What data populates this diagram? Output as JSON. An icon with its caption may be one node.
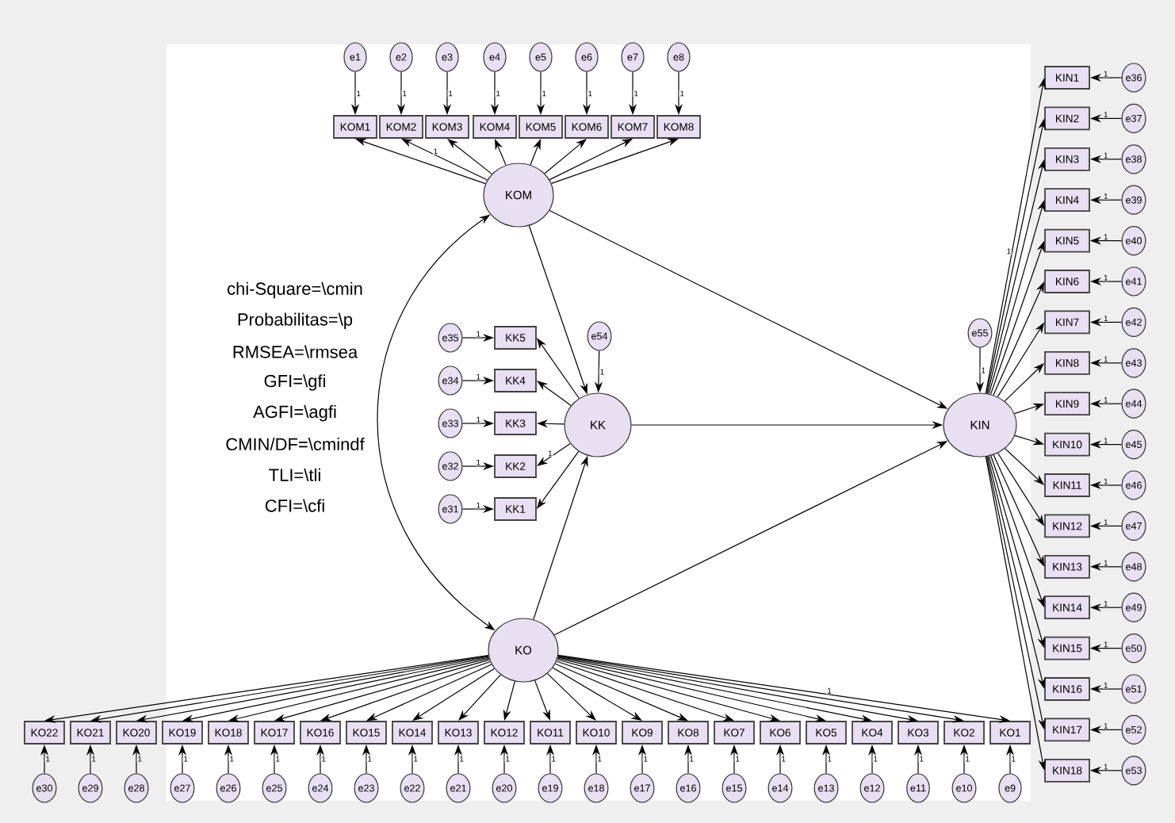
{
  "diagram": {
    "nodes": [
      {
        "text": [
          "KOM"
        ]
      },
      {
        "text": [
          "KK"
        ]
      },
      {
        "text": [
          "KO"
        ]
      },
      {
        "text": [
          "KIN"
        ]
      },
      {
        "text": [
          "KOM1"
        ]
      },
      {
        "text": [
          "KOM2"
        ]
      },
      {
        "text": [
          "KOM3"
        ]
      },
      {
        "text": [
          "KOM4"
        ]
      },
      {
        "text": [
          "KOM5"
        ]
      },
      {
        "text": [
          "KOM6"
        ]
      },
      {
        "text": [
          "KOM7"
        ]
      },
      {
        "text": [
          "KOM8"
        ]
      },
      {
        "text": [
          "e1"
        ]
      },
      {
        "text": [
          "e2"
        ]
      },
      {
        "text": [
          "e3"
        ]
      },
      {
        "text": [
          "e4"
        ]
      },
      {
        "text": [
          "e5"
        ]
      },
      {
        "text": [
          "e6"
        ]
      },
      {
        "text": [
          "e7"
        ]
      },
      {
        "text": [
          "e8"
        ]
      },
      {
        "text": [
          "KK1"
        ]
      },
      {
        "text": [
          "KK2"
        ]
      },
      {
        "text": [
          "KK3"
        ]
      },
      {
        "text": [
          "KK4"
        ]
      },
      {
        "text": [
          "KK5"
        ]
      },
      {
        "text": [
          "e31"
        ]
      },
      {
        "text": [
          "e32"
        ]
      },
      {
        "text": [
          "e33"
        ]
      },
      {
        "text": [
          "e34"
        ]
      },
      {
        "text": [
          "e35"
        ]
      },
      {
        "text": [
          "e54"
        ]
      },
      {
        "text": [
          "e55"
        ]
      },
      {
        "text": [
          "KO1"
        ]
      },
      {
        "text": [
          "KO2"
        ]
      },
      {
        "text": [
          "KO3"
        ]
      },
      {
        "text": [
          "KO4"
        ]
      },
      {
        "text": [
          "KO5"
        ]
      },
      {
        "text": [
          "KO6"
        ]
      },
      {
        "text": [
          "KO7"
        ]
      },
      {
        "text": [
          "KO8"
        ]
      },
      {
        "text": [
          "KO9"
        ]
      },
      {
        "text": [
          "KO10"
        ]
      },
      {
        "text": [
          "KO11"
        ]
      },
      {
        "text": [
          "KO12"
        ]
      },
      {
        "text": [
          "KO13"
        ]
      },
      {
        "text": [
          "KO14"
        ]
      },
      {
        "text": [
          "KO15"
        ]
      },
      {
        "text": [
          "KO16"
        ]
      },
      {
        "text": [
          "KO17"
        ]
      },
      {
        "text": [
          "KO18"
        ]
      },
      {
        "text": [
          "KO19"
        ]
      },
      {
        "text": [
          "KO20"
        ]
      },
      {
        "text": [
          "KO21"
        ]
      },
      {
        "text": [
          "KO22"
        ]
      },
      {
        "text": [
          "e9"
        ]
      },
      {
        "text": [
          "e10"
        ]
      },
      {
        "text": [
          "e11"
        ]
      },
      {
        "text": [
          "e12"
        ]
      },
      {
        "text": [
          "e13"
        ]
      },
      {
        "text": [
          "e14"
        ]
      },
      {
        "text": [
          "e15"
        ]
      },
      {
        "text": [
          "e16"
        ]
      },
      {
        "text": [
          "e17"
        ]
      },
      {
        "text": [
          "e18"
        ]
      },
      {
        "text": [
          "e19"
        ]
      },
      {
        "text": [
          "e20"
        ]
      },
      {
        "text": [
          "e21"
        ]
      },
      {
        "text": [
          "e22"
        ]
      },
      {
        "text": [
          "e23"
        ]
      },
      {
        "text": [
          "e24"
        ]
      },
      {
        "text": [
          "e25"
        ]
      },
      {
        "text": [
          "e26"
        ]
      },
      {
        "text": [
          "e27"
        ]
      },
      {
        "text": [
          "e28"
        ]
      },
      {
        "text": [
          "e29"
        ]
      },
      {
        "text": [
          "e30"
        ]
      },
      {
        "text": [
          "KIN1"
        ]
      },
      {
        "text": [
          "KIN2"
        ]
      },
      {
        "text": [
          "KIN3"
        ]
      },
      {
        "text": [
          "KIN4"
        ]
      },
      {
        "text": [
          "KIN5"
        ]
      },
      {
        "text": [
          "KIN6"
        ]
      },
      {
        "text": [
          "KIN7"
        ]
      },
      {
        "text": [
          "KIN8"
        ]
      },
      {
        "text": [
          "KIN9"
        ]
      },
      {
        "text": [
          "KIN10"
        ]
      },
      {
        "text": [
          "KIN11"
        ]
      },
      {
        "text": [
          "KIN12"
        ]
      },
      {
        "text": [
          "KIN13"
        ]
      },
      {
        "text": [
          "KIN14"
        ]
      },
      {
        "text": [
          "KIN15"
        ]
      },
      {
        "text": [
          "KIN16"
        ]
      },
      {
        "text": [
          "KIN17"
        ]
      },
      {
        "text": [
          "KIN18"
        ]
      },
      {
        "text": [
          "e36"
        ]
      },
      {
        "text": [
          "e37"
        ]
      },
      {
        "text": [
          "e38"
        ]
      },
      {
        "text": [
          "e39"
        ]
      },
      {
        "text": [
          "e40"
        ]
      },
      {
        "text": [
          "e41"
        ]
      },
      {
        "text": [
          "e42"
        ]
      },
      {
        "text": [
          "e43"
        ]
      },
      {
        "text": [
          "e44"
        ]
      },
      {
        "text": [
          "e45"
        ]
      },
      {
        "text": [
          "e46"
        ]
      },
      {
        "text": [
          "e47"
        ]
      },
      {
        "text": [
          "e48"
        ]
      },
      {
        "text": [
          "e49"
        ]
      },
      {
        "text": [
          "e50"
        ]
      },
      {
        "text": [
          "e51"
        ]
      },
      {
        "text": [
          "e52"
        ]
      },
      {
        "text": [
          "e53"
        ]
      }
    ],
    "edges": [
      {
        "from": 0,
        "to": 1,
        "arrow": "to"
      },
      {
        "from": 0,
        "to": 3,
        "arrow": "to"
      },
      {
        "from": 1,
        "to": 3,
        "arrow": "to"
      },
      {
        "from": 2,
        "to": 1,
        "arrow": "to"
      },
      {
        "from": 2,
        "to": 3,
        "arrow": "to"
      },
      {
        "from": 2,
        "to": 0,
        "arrow": "both"
      },
      {
        "from": 30,
        "to": 1,
        "arrow": "to",
        "label": "1"
      },
      {
        "from": 31,
        "to": 3,
        "arrow": "to",
        "label": "1"
      },
      {
        "from": 0,
        "to": 4,
        "arrow": "to"
      },
      {
        "from": 0,
        "to": 5,
        "arrow": "to",
        "label": "1"
      },
      {
        "from": 0,
        "to": 6,
        "arrow": "to"
      },
      {
        "from": 0,
        "to": 7,
        "arrow": "to"
      },
      {
        "from": 0,
        "to": 8,
        "arrow": "to"
      },
      {
        "from": 0,
        "to": 9,
        "arrow": "to"
      },
      {
        "from": 0,
        "to": 10,
        "arrow": "to"
      },
      {
        "from": 0,
        "to": 11,
        "arrow": "to"
      },
      {
        "from": 12,
        "to": 4,
        "arrow": "to",
        "label": "1"
      },
      {
        "from": 13,
        "to": 5,
        "arrow": "to",
        "label": "1"
      },
      {
        "from": 14,
        "to": 6,
        "arrow": "to",
        "label": "1"
      },
      {
        "from": 15,
        "to": 7,
        "arrow": "to",
        "label": "1"
      },
      {
        "from": 16,
        "to": 8,
        "arrow": "to",
        "label": "1"
      },
      {
        "from": 17,
        "to": 9,
        "arrow": "to",
        "label": "1"
      },
      {
        "from": 18,
        "to": 10,
        "arrow": "to",
        "label": "1"
      },
      {
        "from": 19,
        "to": 11,
        "arrow": "to",
        "label": "1"
      },
      {
        "from": 1,
        "to": 20,
        "arrow": "to"
      },
      {
        "from": 1,
        "to": 21,
        "arrow": "to",
        "label": "1"
      },
      {
        "from": 1,
        "to": 22,
        "arrow": "to"
      },
      {
        "from": 1,
        "to": 23,
        "arrow": "to"
      },
      {
        "from": 1,
        "to": 24,
        "arrow": "to"
      },
      {
        "from": 25,
        "to": 20,
        "arrow": "to",
        "label": "1"
      },
      {
        "from": 26,
        "to": 21,
        "arrow": "to",
        "label": "1"
      },
      {
        "from": 27,
        "to": 22,
        "arrow": "to",
        "label": "1"
      },
      {
        "from": 28,
        "to": 23,
        "arrow": "to",
        "label": "1"
      },
      {
        "from": 29,
        "to": 24,
        "arrow": "to",
        "label": "1"
      },
      {
        "from": 2,
        "to": 32,
        "arrow": "to",
        "label": "1"
      },
      {
        "from": 2,
        "to": 33,
        "arrow": "to"
      },
      {
        "from": 2,
        "to": 34,
        "arrow": "to"
      },
      {
        "from": 2,
        "to": 35,
        "arrow": "to"
      },
      {
        "from": 2,
        "to": 36,
        "arrow": "to"
      },
      {
        "from": 2,
        "to": 37,
        "arrow": "to"
      },
      {
        "from": 2,
        "to": 38,
        "arrow": "to"
      },
      {
        "from": 2,
        "to": 39,
        "arrow": "to"
      },
      {
        "from": 2,
        "to": 40,
        "arrow": "to"
      },
      {
        "from": 2,
        "to": 41,
        "arrow": "to"
      },
      {
        "from": 2,
        "to": 42,
        "arrow": "to"
      },
      {
        "from": 2,
        "to": 43,
        "arrow": "to"
      },
      {
        "from": 2,
        "to": 44,
        "arrow": "to"
      },
      {
        "from": 2,
        "to": 45,
        "arrow": "to"
      },
      {
        "from": 2,
        "to": 46,
        "arrow": "to"
      },
      {
        "from": 2,
        "to": 47,
        "arrow": "to"
      },
      {
        "from": 2,
        "to": 48,
        "arrow": "to"
      },
      {
        "from": 2,
        "to": 49,
        "arrow": "to"
      },
      {
        "from": 2,
        "to": 50,
        "arrow": "to"
      },
      {
        "from": 2,
        "to": 51,
        "arrow": "to"
      },
      {
        "from": 2,
        "to": 52,
        "arrow": "to"
      },
      {
        "from": 2,
        "to": 53,
        "arrow": "to"
      },
      {
        "from": 54,
        "to": 32,
        "arrow": "to",
        "label": "1"
      },
      {
        "from": 55,
        "to": 33,
        "arrow": "to",
        "label": "1"
      },
      {
        "from": 56,
        "to": 34,
        "arrow": "to",
        "label": "1"
      },
      {
        "from": 57,
        "to": 35,
        "arrow": "to",
        "label": "1"
      },
      {
        "from": 58,
        "to": 36,
        "arrow": "to",
        "label": "1"
      },
      {
        "from": 59,
        "to": 37,
        "arrow": "to",
        "label": "1"
      },
      {
        "from": 60,
        "to": 38,
        "arrow": "to",
        "label": "1"
      },
      {
        "from": 61,
        "to": 39,
        "arrow": "to",
        "label": "1"
      },
      {
        "from": 62,
        "to": 40,
        "arrow": "to",
        "label": "1"
      },
      {
        "from": 63,
        "to": 41,
        "arrow": "to",
        "label": "1"
      },
      {
        "from": 64,
        "to": 42,
        "arrow": "to",
        "label": "1"
      },
      {
        "from": 65,
        "to": 43,
        "arrow": "to",
        "label": "1"
      },
      {
        "from": 66,
        "to": 44,
        "arrow": "to",
        "label": "1"
      },
      {
        "from": 67,
        "to": 45,
        "arrow": "to",
        "label": "1"
      },
      {
        "from": 68,
        "to": 46,
        "arrow": "to",
        "label": "1"
      },
      {
        "from": 69,
        "to": 47,
        "arrow": "to",
        "label": "1"
      },
      {
        "from": 70,
        "to": 48,
        "arrow": "to",
        "label": "1"
      },
      {
        "from": 71,
        "to": 49,
        "arrow": "to",
        "label": "1"
      },
      {
        "from": 72,
        "to": 50,
        "arrow": "to",
        "label": "1"
      },
      {
        "from": 73,
        "to": 51,
        "arrow": "to",
        "label": "1"
      },
      {
        "from": 74,
        "to": 52,
        "arrow": "to",
        "label": "1"
      },
      {
        "from": 75,
        "to": 53,
        "arrow": "to",
        "label": "1"
      },
      {
        "from": 3,
        "to": 76,
        "arrow": "to",
        "label": "1"
      },
      {
        "from": 3,
        "to": 77,
        "arrow": "to"
      },
      {
        "from": 3,
        "to": 78,
        "arrow": "to"
      },
      {
        "from": 3,
        "to": 79,
        "arrow": "to"
      },
      {
        "from": 3,
        "to": 80,
        "arrow": "to"
      },
      {
        "from": 3,
        "to": 81,
        "arrow": "to"
      },
      {
        "from": 3,
        "to": 82,
        "arrow": "to"
      },
      {
        "from": 3,
        "to": 83,
        "arrow": "to"
      },
      {
        "from": 3,
        "to": 84,
        "arrow": "to"
      },
      {
        "from": 3,
        "to": 85,
        "arrow": "to"
      },
      {
        "from": 3,
        "to": 86,
        "arrow": "to"
      },
      {
        "from": 3,
        "to": 87,
        "arrow": "to"
      },
      {
        "from": 3,
        "to": 88,
        "arrow": "to"
      },
      {
        "from": 3,
        "to": 89,
        "arrow": "to"
      },
      {
        "from": 3,
        "to": 90,
        "arrow": "to"
      },
      {
        "from": 3,
        "to": 91,
        "arrow": "to"
      },
      {
        "from": 3,
        "to": 92,
        "arrow": "to"
      },
      {
        "from": 3,
        "to": 93,
        "arrow": "to"
      },
      {
        "from": 94,
        "to": 76,
        "arrow": "to",
        "label": "1"
      },
      {
        "from": 95,
        "to": 77,
        "arrow": "to",
        "label": "1"
      },
      {
        "from": 96,
        "to": 78,
        "arrow": "to",
        "label": "1"
      },
      {
        "from": 97,
        "to": 79,
        "arrow": "to",
        "label": "1"
      },
      {
        "from": 98,
        "to": 80,
        "arrow": "to",
        "label": "1"
      },
      {
        "from": 99,
        "to": 81,
        "arrow": "to",
        "label": "1"
      },
      {
        "from": 100,
        "to": 82,
        "arrow": "to",
        "label": "1"
      },
      {
        "from": 101,
        "to": 83,
        "arrow": "to",
        "label": "1"
      },
      {
        "from": 102,
        "to": 84,
        "arrow": "to",
        "label": "1"
      },
      {
        "from": 103,
        "to": 85,
        "arrow": "to",
        "label": "1"
      },
      {
        "from": 104,
        "to": 86,
        "arrow": "to",
        "label": "1"
      },
      {
        "from": 105,
        "to": 87,
        "arrow": "to",
        "label": "1"
      },
      {
        "from": 106,
        "to": 88,
        "arrow": "to",
        "label": "1"
      },
      {
        "from": 107,
        "to": 89,
        "arrow": "to",
        "label": "1"
      },
      {
        "from": 108,
        "to": 90,
        "arrow": "to",
        "label": "1"
      },
      {
        "from": 109,
        "to": 91,
        "arrow": "to",
        "label": "1"
      },
      {
        "from": 110,
        "to": 92,
        "arrow": "to",
        "label": "1"
      },
      {
        "from": 111,
        "to": 93,
        "arrow": "to",
        "label": "1"
      }
    ],
    "labels": [
      "chi-Square=\\cmin",
      "Probabilitas=\\p",
      "RMSEA=\\rmsea",
      "GFI=\\gfi",
      "AGFI=\\agfi",
      "CMIN/DF=\\cmindf",
      "TLI=\\tli",
      "CFI=\\cfi"
    ]
  }
}
